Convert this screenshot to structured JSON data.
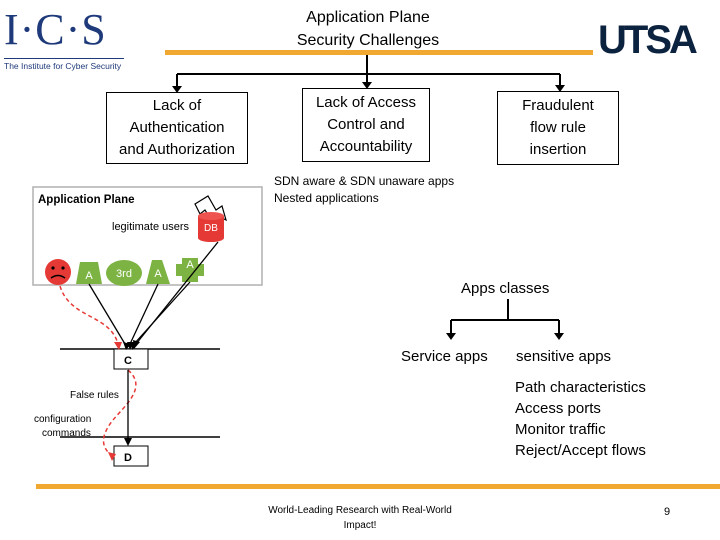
{
  "header": {
    "title_line1": "Application Plane",
    "title_line2": "Security Challenges",
    "ics_logo_text": "I·C·S",
    "ics_tagline": "The Institute for Cyber Security",
    "utsa_logo_text": "UTSA"
  },
  "challenges": [
    {
      "lines": [
        "Lack of",
        "Authentication",
        "and Authorization"
      ]
    },
    {
      "lines": [
        "Lack of Access",
        "Control and",
        "Accountability"
      ]
    },
    {
      "lines": [
        "Fraudulent",
        "flow rule",
        "insertion"
      ]
    }
  ],
  "notes": {
    "line1": "SDN aware & SDN unaware apps",
    "line2": "Nested applications"
  },
  "apps_tree": {
    "root": "Apps classes",
    "left": "Service apps",
    "right": "sensitive apps",
    "details": [
      "Path characteristics",
      "Access ports",
      "Monitor traffic",
      "Reject/Accept flows"
    ]
  },
  "diagram": {
    "plane_label": "Application Plane",
    "users_label": "legitimate users",
    "db_label": "DB",
    "app_a1": "A",
    "app_3rd": "3rd",
    "app_a2": "A",
    "app_a3": "A",
    "node_c": "C",
    "node_d": "D",
    "false_rules": "False rules",
    "config_line1": "configuration",
    "config_line2": "commands"
  },
  "footer": {
    "line1": "World-Leading Research with Real-World",
    "line2": "Impact!",
    "page": "9"
  }
}
